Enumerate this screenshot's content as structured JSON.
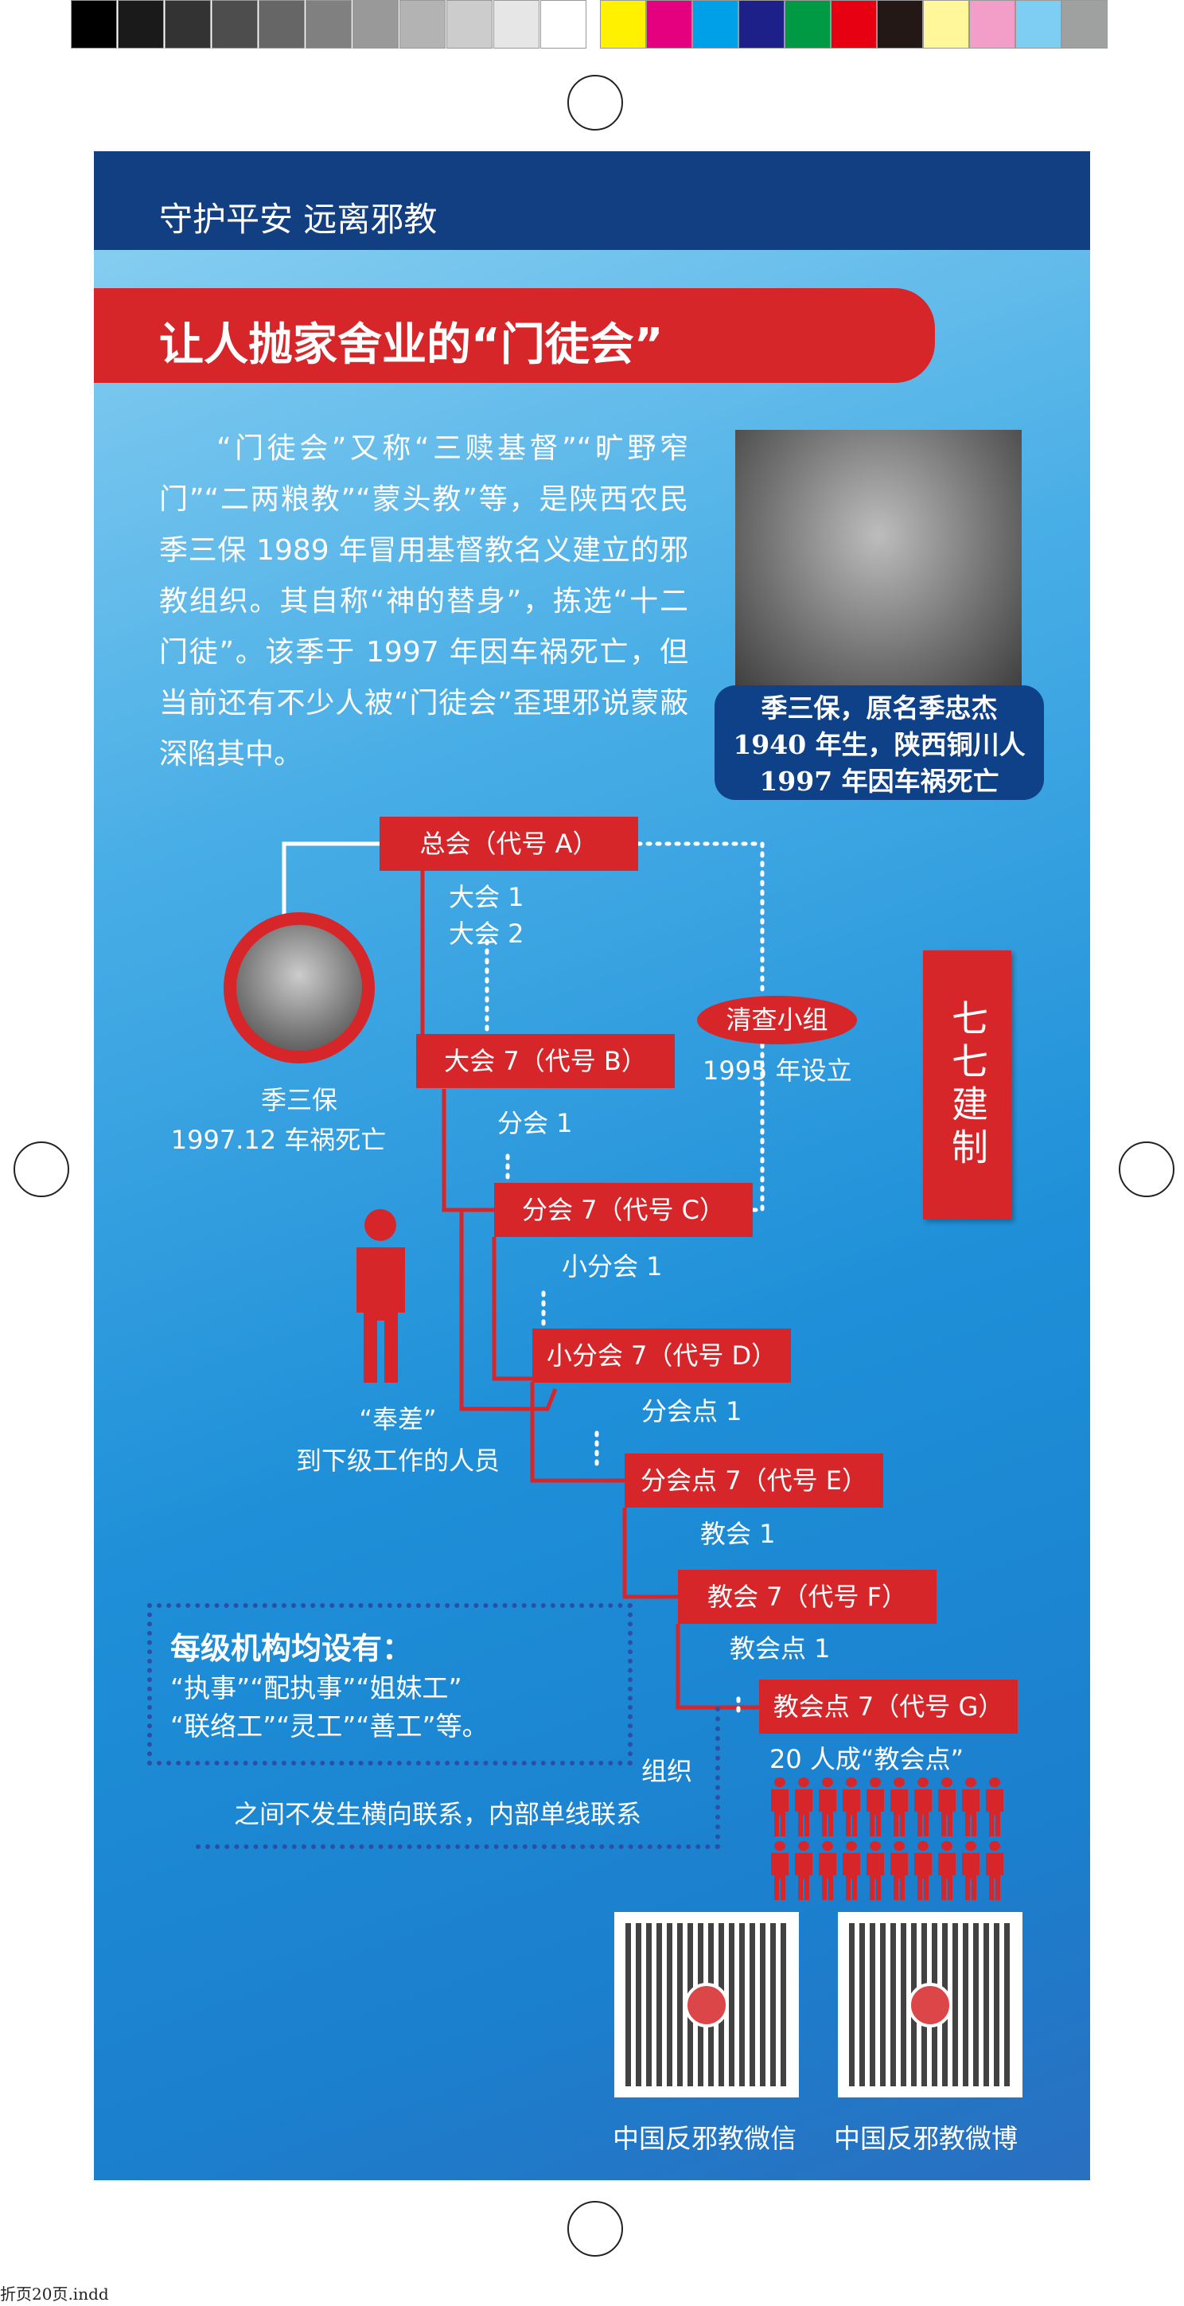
{
  "colors": {
    "grays": [
      "#000000",
      "#1a1a1a",
      "#333333",
      "#4d4d4d",
      "#666666",
      "#808080",
      "#999999",
      "#b3b3b3",
      "#cccccc",
      "#e6e6e6",
      "#ffffff"
    ],
    "process": [
      "#fff100",
      "#e4007f",
      "#00a0e9",
      "#1d2088",
      "#009944",
      "#e60012",
      "#231815",
      "#fff799",
      "#f29ec8",
      "#7ecef4",
      "#9fa0a0"
    ],
    "accent_red": "#d7262a",
    "navy": "#113f82"
  },
  "header": {
    "slogan": "守护平安  远离邪教"
  },
  "title": "让人抛家舍业的“门徒会”",
  "intro": "“门徒会”又称“三赎基督”“旷野窄门”“二两粮教”“蒙头教”等，是陕西农民季三保 1989 年冒用基督教名义建立的邪教组织。其自称“神的替身”，拣选“十二门徒”。该季于 1997 年因车祸死亡，但当前还有不少人被“门徒会”歪理邪说蒙蔽深陷其中。",
  "photo_caption": [
    "季三保，原名季忠杰",
    "1940 年生，陕西铜川人",
    "1997 年因车祸死亡"
  ],
  "founder": {
    "name": "季三保",
    "death": "1997.12 车祸死亡"
  },
  "chart": {
    "levels": [
      "总会（代号 A）",
      "大会 7（代号 B）",
      "分会 7（代号 C）",
      "小分会 7（代号 D）",
      "分会点 7（代号 E）",
      "教会 7（代号 F）",
      "教会点 7（代号 G）"
    ],
    "sublabels": [
      "大会 1",
      "大会 2",
      "分会 1",
      "小分会 1",
      "分会点 1",
      "教会 1",
      "教会点 1"
    ],
    "bottom": "20 人成“教会点”",
    "inspection": "清查小组",
    "inspection_year": "1995 年设立",
    "system": "七七建制",
    "envoy": [
      "“奉差”",
      "到下级工作的人员"
    ]
  },
  "note": {
    "heading": "每级机构均设有：",
    "roles1": "“执事”“配执事”“姐妹工”",
    "roles2": "“联络工”“灵工”“善工”等。",
    "org": "组织",
    "link": "之间不发生横向联系，内部单线联系"
  },
  "qr": [
    "中国反邪教微信",
    "中国反邪教微博"
  ],
  "footer": "折页20页.indd"
}
